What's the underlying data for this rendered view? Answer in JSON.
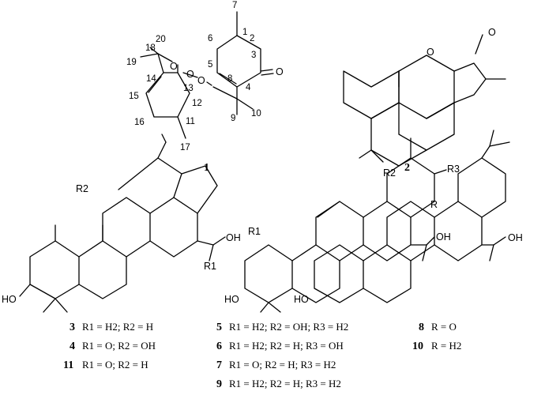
{
  "figure": {
    "compounds": [
      {
        "id": "1",
        "label": "1"
      },
      {
        "id": "2",
        "label": "2"
      }
    ],
    "compound1_atoms": {
      "c1": "1",
      "c2": "2",
      "c3": "3",
      "c4": "4",
      "c5": "5",
      "c6": "6",
      "c7": "7",
      "c8": "8",
      "c9": "9",
      "c10": "10",
      "c11": "11",
      "c12": "12",
      "c13": "13",
      "c14": "14",
      "c15": "15",
      "c16": "16",
      "c17": "17",
      "c18": "18",
      "c19": "19",
      "c20": "20"
    },
    "heteroatoms": {
      "o_keto": "O",
      "o_a": "O",
      "o_b": "O",
      "o_c": "O",
      "o_lac_ring": "O",
      "o_lac_keto": "O"
    },
    "substituents": {
      "s3_r2": "R2",
      "s3_oh": "OH",
      "s3_r1": "R1",
      "s3_ho": "HO",
      "s5_r1": "R1",
      "s5_r2": "R2",
      "s5_r3": "R3",
      "s5_oh": "OH",
      "s5_ho": "HO",
      "s8_r": "R",
      "s8_oh": "OH",
      "s8_ho": "HO"
    },
    "definitions": [
      {
        "num": "3",
        "text": "R1 = H2; R2 = H"
      },
      {
        "num": "4",
        "text": "R1 = O;  R2 = OH"
      },
      {
        "num": "11",
        "text": "R1 = O;  R2 = H"
      },
      {
        "num": "5",
        "text": "R1 = H2; R2 = OH; R3 = H2"
      },
      {
        "num": "6",
        "text": "R1 = H2; R2 = H;   R3 = OH"
      },
      {
        "num": "7",
        "text": "R1 = O;  R2 = H;   R3 = H2"
      },
      {
        "num": "9",
        "text": "R1 = H2; R2 = H;   R3 = H2"
      },
      {
        "num": "8",
        "text": "R = O"
      },
      {
        "num": "10",
        "text": "R = H2"
      }
    ]
  }
}
